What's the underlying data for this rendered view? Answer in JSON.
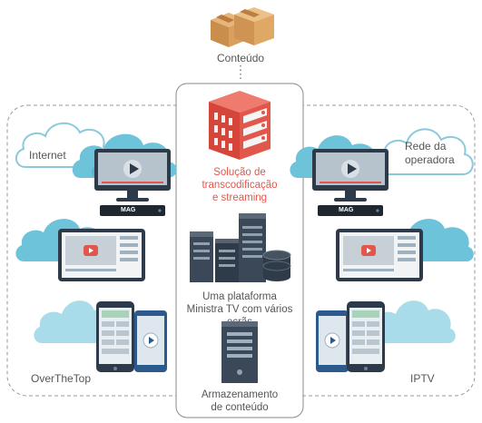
{
  "top": {
    "label": "Conteúdo"
  },
  "center": {
    "transcoding_label": "Solução de\ntranscodificação\ne streaming",
    "platform_label": "Uma plataforma\nMinistra TV com vários ecrãs",
    "storage_label": "Armazenamento\nde conteúdo"
  },
  "left": {
    "cloud_label": "Internet",
    "footer_label": "OverTheTop",
    "stb_brand": "MAG"
  },
  "right": {
    "cloud_label": "Rede da\noperadora",
    "footer_label": "IPTV",
    "stb_brand": "MAG"
  },
  "colors": {
    "accent": "#e2574c",
    "cloud_blue": "#5bbcd6",
    "cloud_light": "#a9dcea",
    "device_dark": "#2d3a4a",
    "server_dark": "#3b4857",
    "dashed": "#9a9a9a"
  }
}
